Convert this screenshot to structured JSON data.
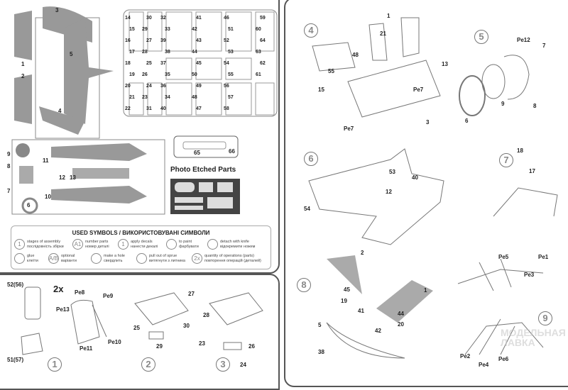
{
  "sprue_a": {
    "parts": [
      "3",
      "5",
      "1",
      "2",
      "4"
    ]
  },
  "sprue_b": {
    "parts": [
      "14",
      "15",
      "16",
      "17",
      "18",
      "19",
      "20",
      "21",
      "22",
      "30",
      "29",
      "27",
      "28",
      "25",
      "26",
      "24",
      "23",
      "31",
      "32",
      "33",
      "39",
      "38",
      "37",
      "35",
      "36",
      "34",
      "40",
      "41",
      "42",
      "43",
      "44",
      "45",
      "50",
      "49",
      "48",
      "47",
      "46",
      "51",
      "52",
      "53",
      "54",
      "55",
      "56",
      "57",
      "58",
      "59",
      "60",
      "64",
      "63",
      "62",
      "61"
    ]
  },
  "sprue_c": {
    "parts": [
      "9",
      "11",
      "8",
      "12",
      "13",
      "7",
      "10",
      "6"
    ]
  },
  "photo_etched": {
    "title": "Photo Etched Parts",
    "parts": [
      "65",
      "66"
    ]
  },
  "legend": {
    "title": "USED SYMBOLS / ВИКОРИСТОВУВАНІ СИМВОЛИ",
    "items": [
      {
        "icon": "1",
        "text": "stages of assembly\nпослідовність збірки"
      },
      {
        "icon": "A1",
        "text": "number parts\nномер деталі"
      },
      {
        "icon": "1",
        "text": "apply decals\nнанести декалі"
      },
      {
        "icon": "brush",
        "text": "to paint\nфарбувати"
      },
      {
        "icon": "knife",
        "text": "detach with knife\nвідокремити ножем"
      },
      {
        "icon": "glue",
        "text": "glue\nклеїти"
      },
      {
        "icon": "A/B",
        "text": "optional\nваріанти"
      },
      {
        "icon": "drill",
        "text": "make a hole\nсвердлить"
      },
      {
        "icon": "sprue",
        "text": "pull out of sprue\nвитягнути з литника"
      },
      {
        "icon": "2x",
        "text": "quantity of operations (parts)\nповторення операцій (деталей)"
      }
    ]
  },
  "steps": {
    "s1": {
      "num": "1",
      "qty": "2x",
      "parts": [
        "52(56)",
        "51(57)",
        "Pe8",
        "Pe9",
        "Pe13",
        "Pe11",
        "Pe10"
      ]
    },
    "s2": {
      "num": "2",
      "parts": [
        "27",
        "25",
        "30",
        "29"
      ]
    },
    "s3": {
      "num": "3",
      "parts": [
        "28",
        "23",
        "26",
        "24"
      ]
    },
    "s4": {
      "num": "4",
      "parts": [
        "1",
        "21",
        "48",
        "13",
        "55",
        "Pe7",
        "15",
        "3",
        "Pe7"
      ]
    },
    "s5": {
      "num": "5",
      "parts": [
        "Pe12",
        "7",
        "9",
        "8",
        "6"
      ]
    },
    "s6": {
      "num": "6",
      "parts": [
        "53",
        "40",
        "12",
        "54"
      ]
    },
    "s7": {
      "num": "7",
      "parts": [
        "18",
        "17"
      ]
    },
    "s8": {
      "num": "8",
      "parts": [
        "2",
        "1",
        "45",
        "19",
        "41",
        "44",
        "42",
        "20",
        "5",
        "38"
      ]
    },
    "s9": {
      "num": "9",
      "parts": [
        "Pe5",
        "Pe1",
        "Pe3",
        "Pe2",
        "Pe4",
        "Pe6"
      ]
    }
  },
  "watermark": "МОДЕЛЬНАЯ\nЛАВКА"
}
